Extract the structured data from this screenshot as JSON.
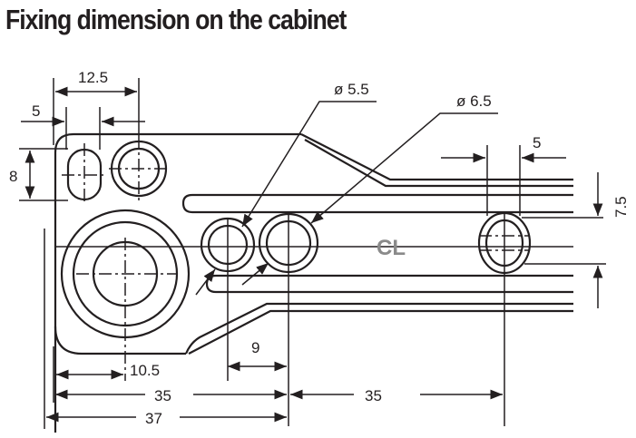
{
  "title": "Fixing dimension on the cabinet",
  "centerline_label": "CL",
  "callouts": {
    "small_hole_diameter": "ø 5.5",
    "large_hole_diameter": "ø 6.5"
  },
  "dimensions": {
    "top_span": "12.5",
    "left_offset": "5",
    "slot_height": "8",
    "right_slot_width": "5",
    "vertical_offset": "7.5",
    "hole_spacing": "9",
    "center_offset": "10.5",
    "bottom_span_left": "35",
    "bottom_span_right": "35",
    "overall_span": "37"
  },
  "colors": {
    "line": "#231f20",
    "centerline_label": "#8a8a8a"
  }
}
